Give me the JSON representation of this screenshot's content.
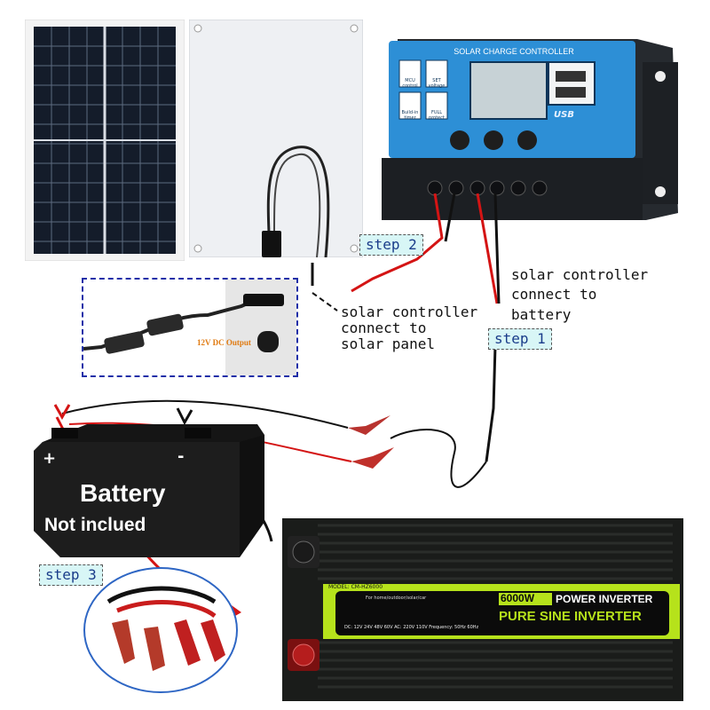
{
  "controller": {
    "title": "SOLAR CHARGE CONTROLLER",
    "btn_mcu": "MCU control",
    "btn_set": "SET voltage",
    "btn_build": "Build-in timer",
    "btn_full": "FULL protect",
    "usb": "USB"
  },
  "dc_output_label": "12V DC Output",
  "steps": {
    "step1": "step 1",
    "step2": "step 2",
    "step3": "step 3"
  },
  "captions": {
    "panel_line1": "solar controller",
    "panel_line2": "connect to",
    "panel_line3": "solar panel",
    "battery_line1": "solar controller",
    "battery_line2": "connect to",
    "battery_line3": "battery"
  },
  "battery": {
    "label": "Battery",
    "note": "Not inclued",
    "plus": "+",
    "minus": "-"
  },
  "inverter": {
    "model": "MODEL: CM-HZ6000",
    "wattage": "6000W",
    "title": "POWER INVERTER",
    "subtitle": "PURE SINE INVERTER",
    "usage": "For home/outdoor/solar/car",
    "specs": "DC: 12V 24V 48V 60V AC: 220V 110V Frequency: 50Hz 60Hz"
  },
  "colors": {
    "controller_blue": "#2d8fd6",
    "inverter_green": "#b6e21b",
    "wire_red": "#d41414",
    "step_bg": "#d8f6f6"
  }
}
